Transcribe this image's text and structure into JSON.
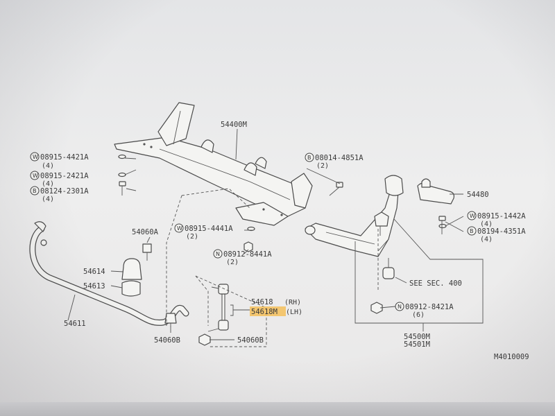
{
  "diagram": {
    "ref_code": "M4010009",
    "labels": [
      {
        "id": "54400M",
        "text": "54400M"
      },
      {
        "id": "w1",
        "prefix": "W",
        "text": "08915-4421A",
        "qty": "(4)"
      },
      {
        "id": "w2",
        "prefix": "W",
        "text": "08915-2421A",
        "qty": "(4)"
      },
      {
        "id": "b1",
        "prefix": "B",
        "text": "08124-2301A",
        "qty": "(4)"
      },
      {
        "id": "b2",
        "prefix": "B",
        "text": "08014-4851A",
        "qty": "(2)"
      },
      {
        "id": "54480",
        "text": "54480"
      },
      {
        "id": "w3",
        "prefix": "W",
        "text": "08915-1442A",
        "qty": "(4)"
      },
      {
        "id": "b3",
        "prefix": "B",
        "text": "08194-4351A",
        "qty": "(4)"
      },
      {
        "id": "54060A",
        "text": "54060A"
      },
      {
        "id": "w4",
        "prefix": "W",
        "text": "08915-4441A",
        "qty": "(2)"
      },
      {
        "id": "n1",
        "prefix": "N",
        "text": "08912-8441A",
        "qty": "(2)"
      },
      {
        "id": "54614",
        "text": "54614"
      },
      {
        "id": "54613",
        "text": "54613"
      },
      {
        "id": "54618rh",
        "text": "54618",
        "side": "(RH)"
      },
      {
        "id": "54618lh",
        "text": "54618M",
        "side": "(LH)"
      },
      {
        "id": "see",
        "text": "SEE SEC. 400"
      },
      {
        "id": "n2",
        "prefix": "N",
        "text": "08912-8421A",
        "qty": "(6)"
      },
      {
        "id": "54611",
        "text": "54611"
      },
      {
        "id": "54060B1",
        "text": "54060B"
      },
      {
        "id": "54060B2",
        "text": "54060B"
      },
      {
        "id": "54500M",
        "text": "54500M"
      },
      {
        "id": "54501M",
        "text": "54501M"
      }
    ]
  }
}
